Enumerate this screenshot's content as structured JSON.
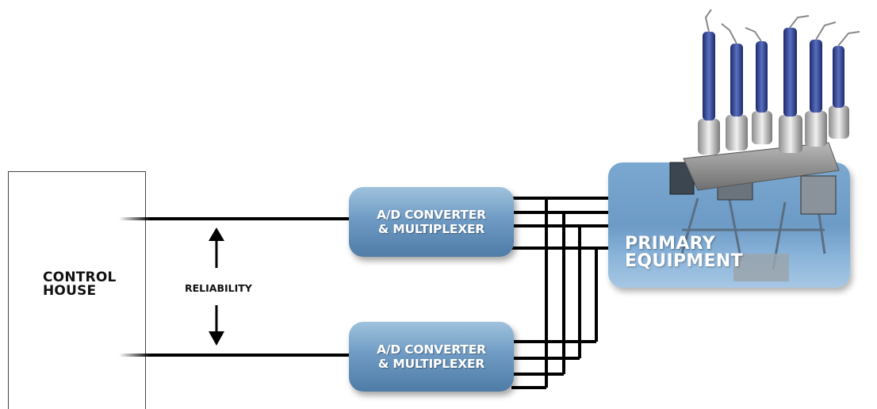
{
  "control_house": {
    "line1": "CONTROL",
    "line2": "HOUSE"
  },
  "reliability": {
    "label": "RELIABILITY"
  },
  "converters": [
    {
      "line1": "A/D CONVERTER",
      "line2": "& MULTIPLEXER"
    },
    {
      "line1": "A/D CONVERTER",
      "line2": "& MULTIPLEXER"
    }
  ],
  "primary_equipment": {
    "line1": "PRIMARY",
    "line2": "EQUIPMENT"
  },
  "colors": {
    "box_blue": "#6f9bc4",
    "wire": "#000000",
    "insulator_blue": "#2c3f8f",
    "label_white": "#ffffff"
  }
}
